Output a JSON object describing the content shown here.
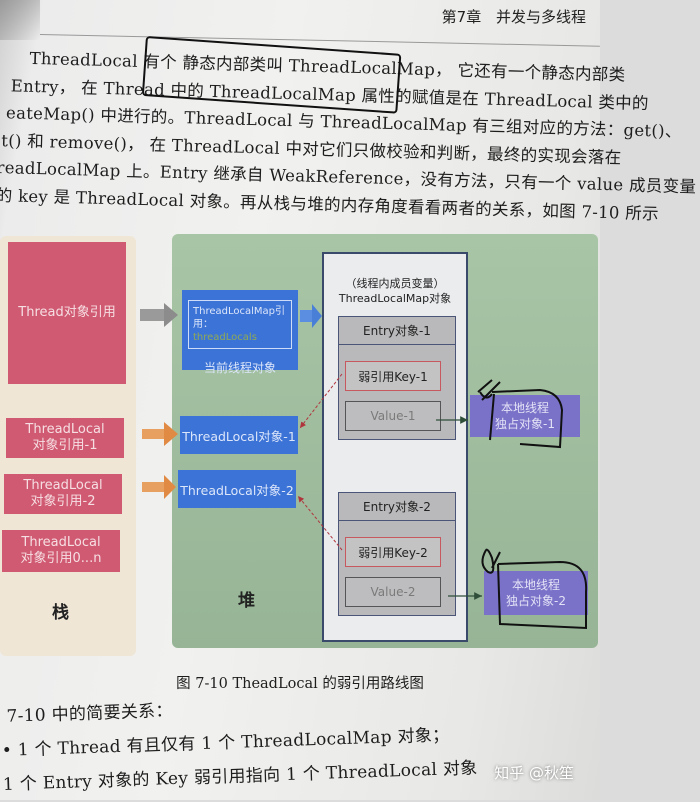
{
  "header": {
    "chapter": "第7章",
    "title": "并发与多线程"
  },
  "body_lines": [
    "ThreadLocal 有个 静态内部类叫 ThreadLocalMap， 它还有一个静态内部类",
    "Entry，  在 Thread 中的 ThreadLocalMap 属性的赋值是在 ThreadLocal 类中的",
    "eateMap() 中进行的。ThreadLocal 与 ThreadLocalMap 有三组对应的方法：get()、",
    "t() 和 remove()，  在 ThreadLocal 中对它们只做校验和判断，最终的实现会落在",
    "readLocalMap 上。Entry 继承自 WeakReference，没有方法，只有一个 value 成员变量",
    "的 key 是 ThreadLocal 对象。再从栈与堆的内存角度看看两者的关系，如图 7-10 所示"
  ],
  "diagram": {
    "stack": {
      "label": "栈",
      "thread_ref": "Thread对象引用",
      "tl_ref_1": [
        "ThreadLocal",
        "对象引用-1"
      ],
      "tl_ref_2": [
        "ThreadLocal",
        "对象引用-2"
      ],
      "tl_ref_n": [
        "ThreadLocal",
        "对象引用0...n"
      ]
    },
    "heap": {
      "label": "堆",
      "thread_obj": {
        "field_line1": "ThreadLocalMap引用：",
        "field_line2": "threadLocals",
        "caption": "当前线程对象"
      },
      "tl_obj_1": "ThreadLocal对象-1",
      "tl_obj_2": "ThreadLocal对象-2",
      "map": {
        "title_line1": "（线程内成员变量）",
        "title_line2": "ThreadLocalMap对象",
        "entry_1": {
          "title": "Entry对象-1",
          "key": "弱引用Key-1",
          "value": "Value-1"
        },
        "entry_2": {
          "title": "Entry对象-2",
          "key": "弱引用Key-2",
          "value": "Value-2"
        }
      },
      "local_obj_1": [
        "本地线程",
        "独占对象-1"
      ],
      "local_obj_2": [
        "本地线程",
        "独占对象-2"
      ]
    },
    "colors": {
      "stack_bg": "#efe6d6",
      "stack_box": "#d05a72",
      "heap_bg": "#9fbd9e",
      "blue_box": "#3c73d6",
      "purple_box": "#7a72c8",
      "weak_ref_arrow": "#b0343c",
      "gray_arrow": "#8c8c8c",
      "orange_arrow": "#e8a060"
    }
  },
  "caption": "图 7-10   TheadLocal 的弱引用路线图",
  "after_lines": [
    "7-10 中的简要关系：",
    "• 1 个 Thread 有且仅有 1 个 ThreadLocalMap 对象；",
    "  1 个 Entry 对象的 Key 弱引用指向 1 个 ThreadLocal 对象"
  ],
  "watermark": "知乎 @秋笙"
}
